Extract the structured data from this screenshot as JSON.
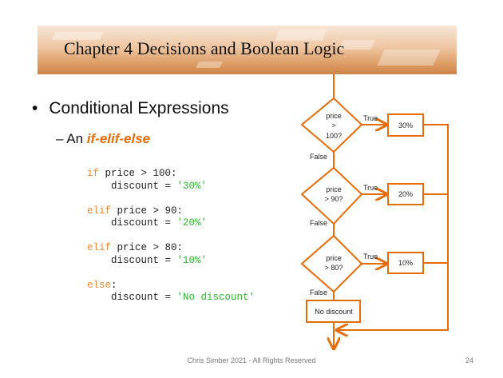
{
  "slide": {
    "title": "Chapter 4 Decisions and Boolean Logic",
    "bullet1": "Conditional Expressions",
    "bullet2_prefix": "An ",
    "bullet2_emphasis": "if-elif-else",
    "footer": "Chris Simber 2021 - All Rights Reserved",
    "page_number": "24"
  },
  "code": [
    {
      "kw": "if",
      "rest": " price > 100:"
    },
    {
      "indent": "    discount = ",
      "str": "'30%'"
    },
    {
      "kw": "elif",
      "rest": " price > 90:"
    },
    {
      "indent": "    discount = ",
      "str": "'20%'"
    },
    {
      "kw": "elif",
      "rest": " price > 80:"
    },
    {
      "indent": "    discount = ",
      "str": "'10%'"
    },
    {
      "kw": "else",
      "rest": ":"
    },
    {
      "indent": "    discount = ",
      "str": "'No discount'"
    }
  ],
  "flowchart": {
    "d1": [
      "price",
      ">",
      "100?"
    ],
    "d2": [
      "price",
      "> 90?"
    ],
    "d3": [
      "price",
      "> 80?"
    ],
    "true_label": "True",
    "false_label": "False",
    "box1": "30%",
    "box2": "20%",
    "box3": "10%",
    "box_default": "No discount",
    "accent": "#e46c0a"
  }
}
